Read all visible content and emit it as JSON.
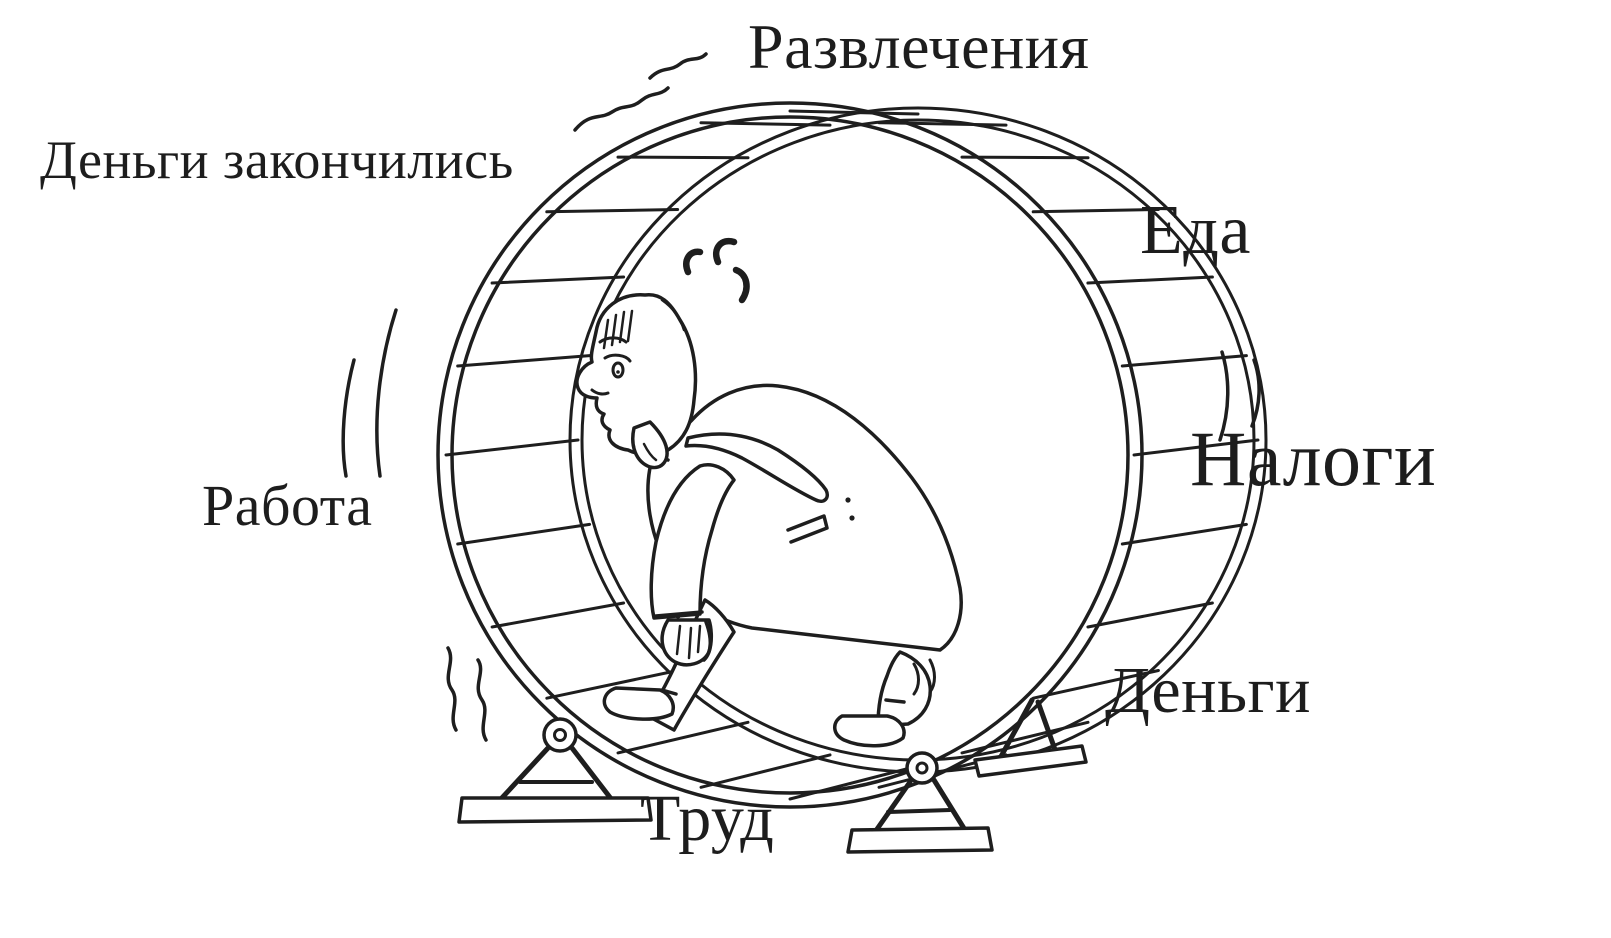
{
  "page": {
    "background_color": "#ffffff",
    "ink_color": "#1e1e1e",
    "text_color": "#1d1d1d"
  },
  "labels": {
    "entertainment": "Развлечения",
    "money_ran_out": "Деньги закончились",
    "food": "Еда",
    "work": "Работа",
    "taxes": "Налоги",
    "money": "Деньги",
    "labor": "Труд"
  },
  "illustration": {
    "description": "Black-and-white cartoon of an exhausted businessman in a suit and tie running hunched inside a hamster wheel mounted on stands, tongue hanging out and sweat drops flying, with shake lines around the spinning wheel"
  }
}
